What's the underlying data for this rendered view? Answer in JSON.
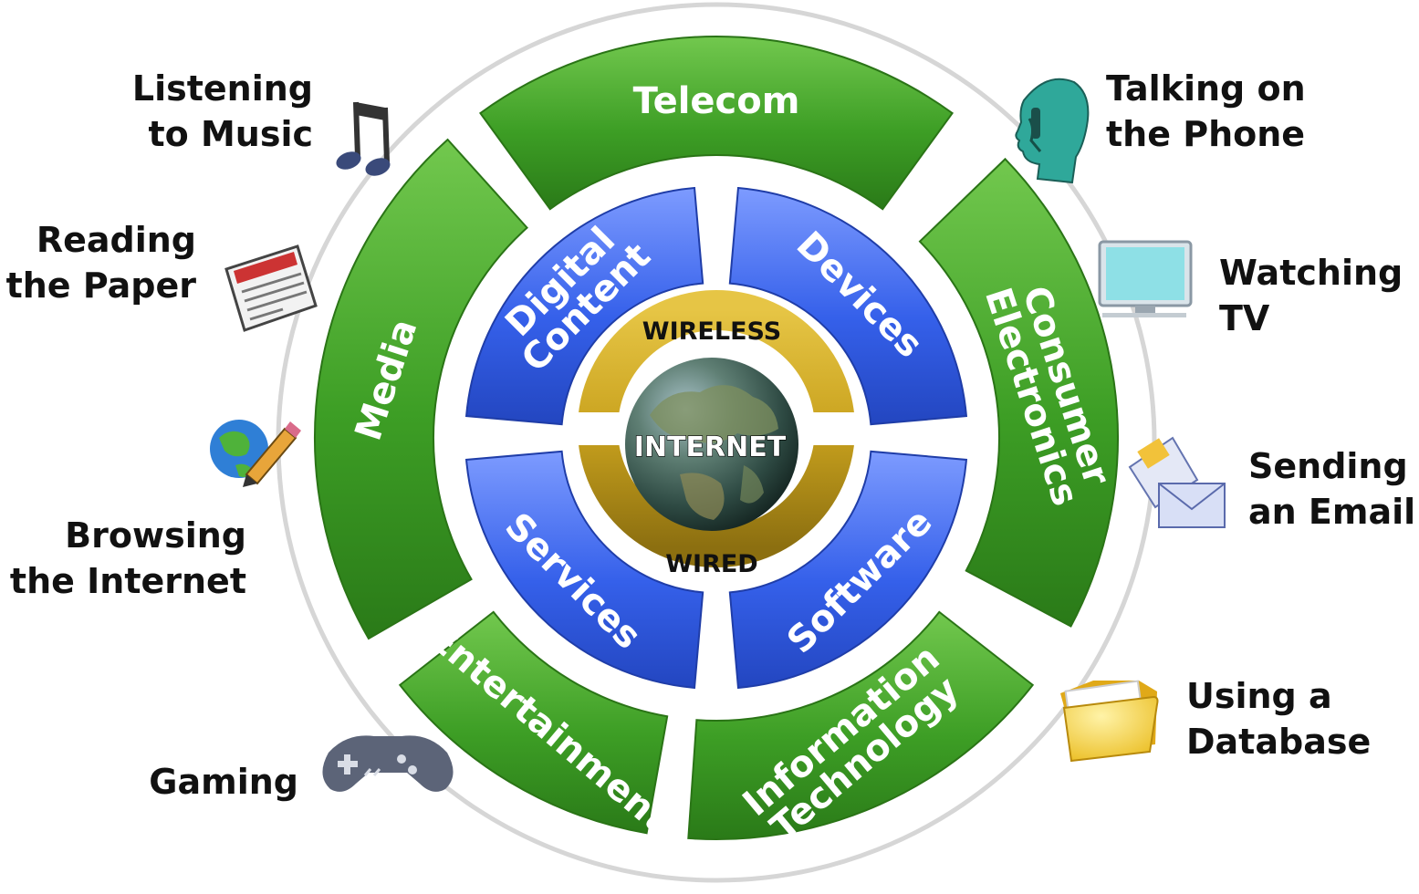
{
  "center": {
    "label": "INTERNET"
  },
  "core_ring": {
    "top_label": "WIRELESS",
    "bottom_label": "WIRED"
  },
  "inner_segments": [
    {
      "lines": [
        "Digital",
        "Content"
      ]
    },
    {
      "lines": [
        "Devices"
      ]
    },
    {
      "lines": [
        "Services"
      ]
    },
    {
      "lines": [
        "Software"
      ]
    }
  ],
  "outer_segments": [
    {
      "lines": [
        "Telecom"
      ]
    },
    {
      "lines": [
        "Consumer",
        "Electronics"
      ]
    },
    {
      "lines": [
        "Information",
        "Technology"
      ]
    },
    {
      "lines": [
        "Entertainment"
      ]
    },
    {
      "lines": [
        "Media"
      ]
    }
  ],
  "activities": [
    {
      "lines": [
        "Listening",
        "to Music"
      ],
      "icon": "music-note-icon"
    },
    {
      "lines": [
        "Reading",
        "the Paper"
      ],
      "icon": "newspaper-icon"
    },
    {
      "lines": [
        "Browsing",
        "the Internet"
      ],
      "icon": "globe-pencil-icon"
    },
    {
      "lines": [
        "Gaming"
      ],
      "icon": "gamepad-icon"
    },
    {
      "lines": [
        "Talking on",
        "the Phone"
      ],
      "icon": "phone-head-icon"
    },
    {
      "lines": [
        "Watching",
        "TV"
      ],
      "icon": "monitor-icon"
    },
    {
      "lines": [
        "Sending",
        "an Email"
      ],
      "icon": "envelope-icon"
    },
    {
      "lines": [
        "Using a",
        "Database"
      ],
      "icon": "folder-icon"
    }
  ],
  "colors": {
    "green": "#3a9a22",
    "green_light": "#6cc24a",
    "blue": "#2f5be8",
    "blue_light": "#6f90ff",
    "gold": "#c9a21e",
    "outer_ring": "#d6d6d6"
  }
}
